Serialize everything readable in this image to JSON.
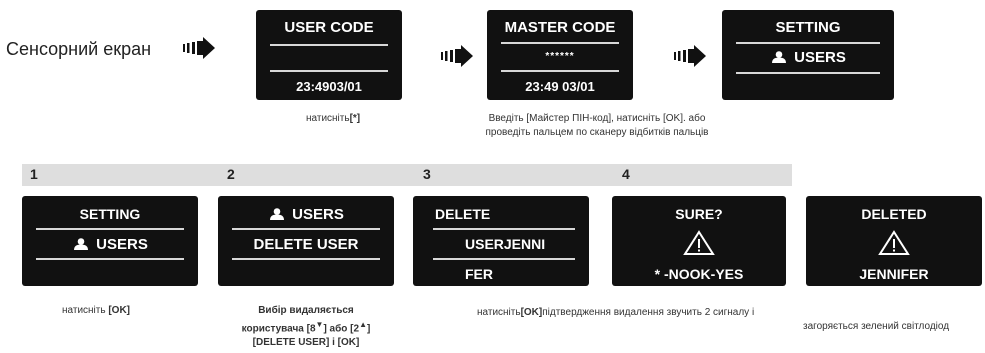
{
  "intro": {
    "label": "Сенсорний екран"
  },
  "top_screens": [
    {
      "title": "USER CODE",
      "middle": "",
      "bottom": "23:4903/01"
    },
    {
      "title": "MASTER CODE",
      "middle": "******",
      "bottom": "23:49 03/01"
    },
    {
      "title": "SETTING",
      "middle": "USERS"
    }
  ],
  "top_captions": {
    "c1_prefix": "натисніть",
    "c1_key": "[*]",
    "c2_line1": "Введіть [Майстер ПІН-код], натисніть [OK]. або",
    "c2_line2": "проведіть пальцем по сканеру відбитків пальців"
  },
  "steps": [
    "1",
    "2",
    "3",
    "4"
  ],
  "bottom_screens": [
    {
      "title": "SETTING",
      "line2": "USERS"
    },
    {
      "title": "USERS",
      "line2": "DELETE USER"
    },
    {
      "title": "DELETE",
      "line2": "USERJENNI",
      "line3": "FER"
    },
    {
      "title": "SURE?",
      "bottom": "* -NOOK-YES"
    },
    {
      "title": "DELETED",
      "bottom": "JENNIFER"
    }
  ],
  "bottom_captions": {
    "b1_prefix": "натисніть ",
    "b1_key": "[OK]",
    "b2_line1": "Вибір видаляється",
    "b2_line2_a": "користувача [8",
    "b2_down": "▼",
    "b2_line2_b": "] або [2",
    "b2_up": "▲",
    "b2_line2_c": "]",
    "b2_line3": "[DELETE USER] і [OK]",
    "b3_prefix": "натисніть",
    "b3_key": "[OK]",
    "b3_suffix": "підтвердження видалення звучить 2 сигналу і",
    "b4": "загоряється зелений світлодіод"
  },
  "colors": {
    "screen_bg": "#111111",
    "screen_line": "#d8d8d8",
    "step_bar": "#dedede"
  },
  "icons": [
    "arrow-right-icon",
    "user-icon",
    "warning-triangle-icon"
  ]
}
